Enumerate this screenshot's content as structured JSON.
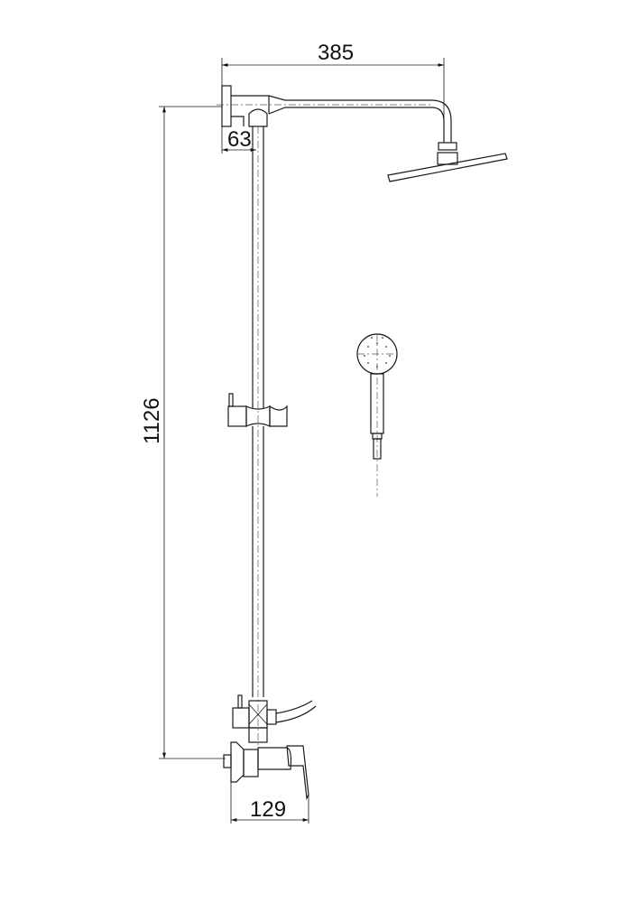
{
  "drawing": {
    "title": "Shower column technical drawing",
    "units": "mm",
    "dimensions": {
      "arm_length": "385",
      "wall_offset": "63",
      "total_height": "1126",
      "mixer_depth": "129"
    },
    "components": [
      "wall-flange",
      "shower-arm",
      "rain-shower-head",
      "riser-rail",
      "hand-shower-slider",
      "diverter",
      "mixer-valve",
      "lever-handle",
      "hose",
      "hand-shower"
    ]
  }
}
